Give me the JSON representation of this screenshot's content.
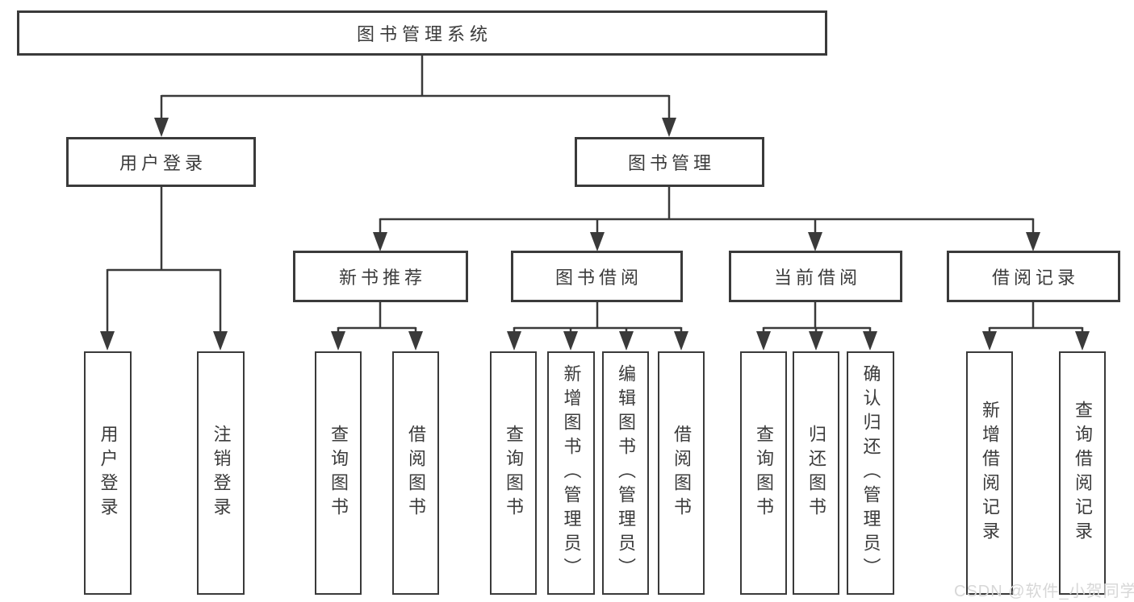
{
  "diagram": {
    "title": "图书管理系统",
    "root": {
      "label": "图书管理系统"
    },
    "level2": [
      {
        "label": "用户登录"
      },
      {
        "label": "图书管理"
      }
    ],
    "level3": [
      {
        "label": "新书推荐"
      },
      {
        "label": "图书借阅"
      },
      {
        "label": "当前借阅"
      },
      {
        "label": "借阅记录"
      }
    ],
    "leaves": {
      "user_login": [
        {
          "label": "用户登录"
        },
        {
          "label": "注销登录"
        }
      ],
      "new_books": [
        {
          "label": "查询图书"
        },
        {
          "label": "借阅图书"
        }
      ],
      "book_borrow": [
        {
          "label": "查询图书"
        },
        {
          "label": "新增图书（管理员）"
        },
        {
          "label": "编辑图书（管理员）"
        },
        {
          "label": "借阅图书"
        }
      ],
      "current_borrow": [
        {
          "label": "查询图书"
        },
        {
          "label": "归还图书"
        },
        {
          "label": "确认归还（管理员）"
        }
      ],
      "borrow_records": [
        {
          "label": "新增借阅记录"
        },
        {
          "label": "查询借阅记录"
        }
      ]
    },
    "colors": {
      "line": "#3a3a3a",
      "text": "#3b3b3b",
      "background": "#ffffff",
      "watermark": "#d7d7d7"
    }
  },
  "watermark": {
    "text": "CSDN @软件_小贺同学"
  }
}
